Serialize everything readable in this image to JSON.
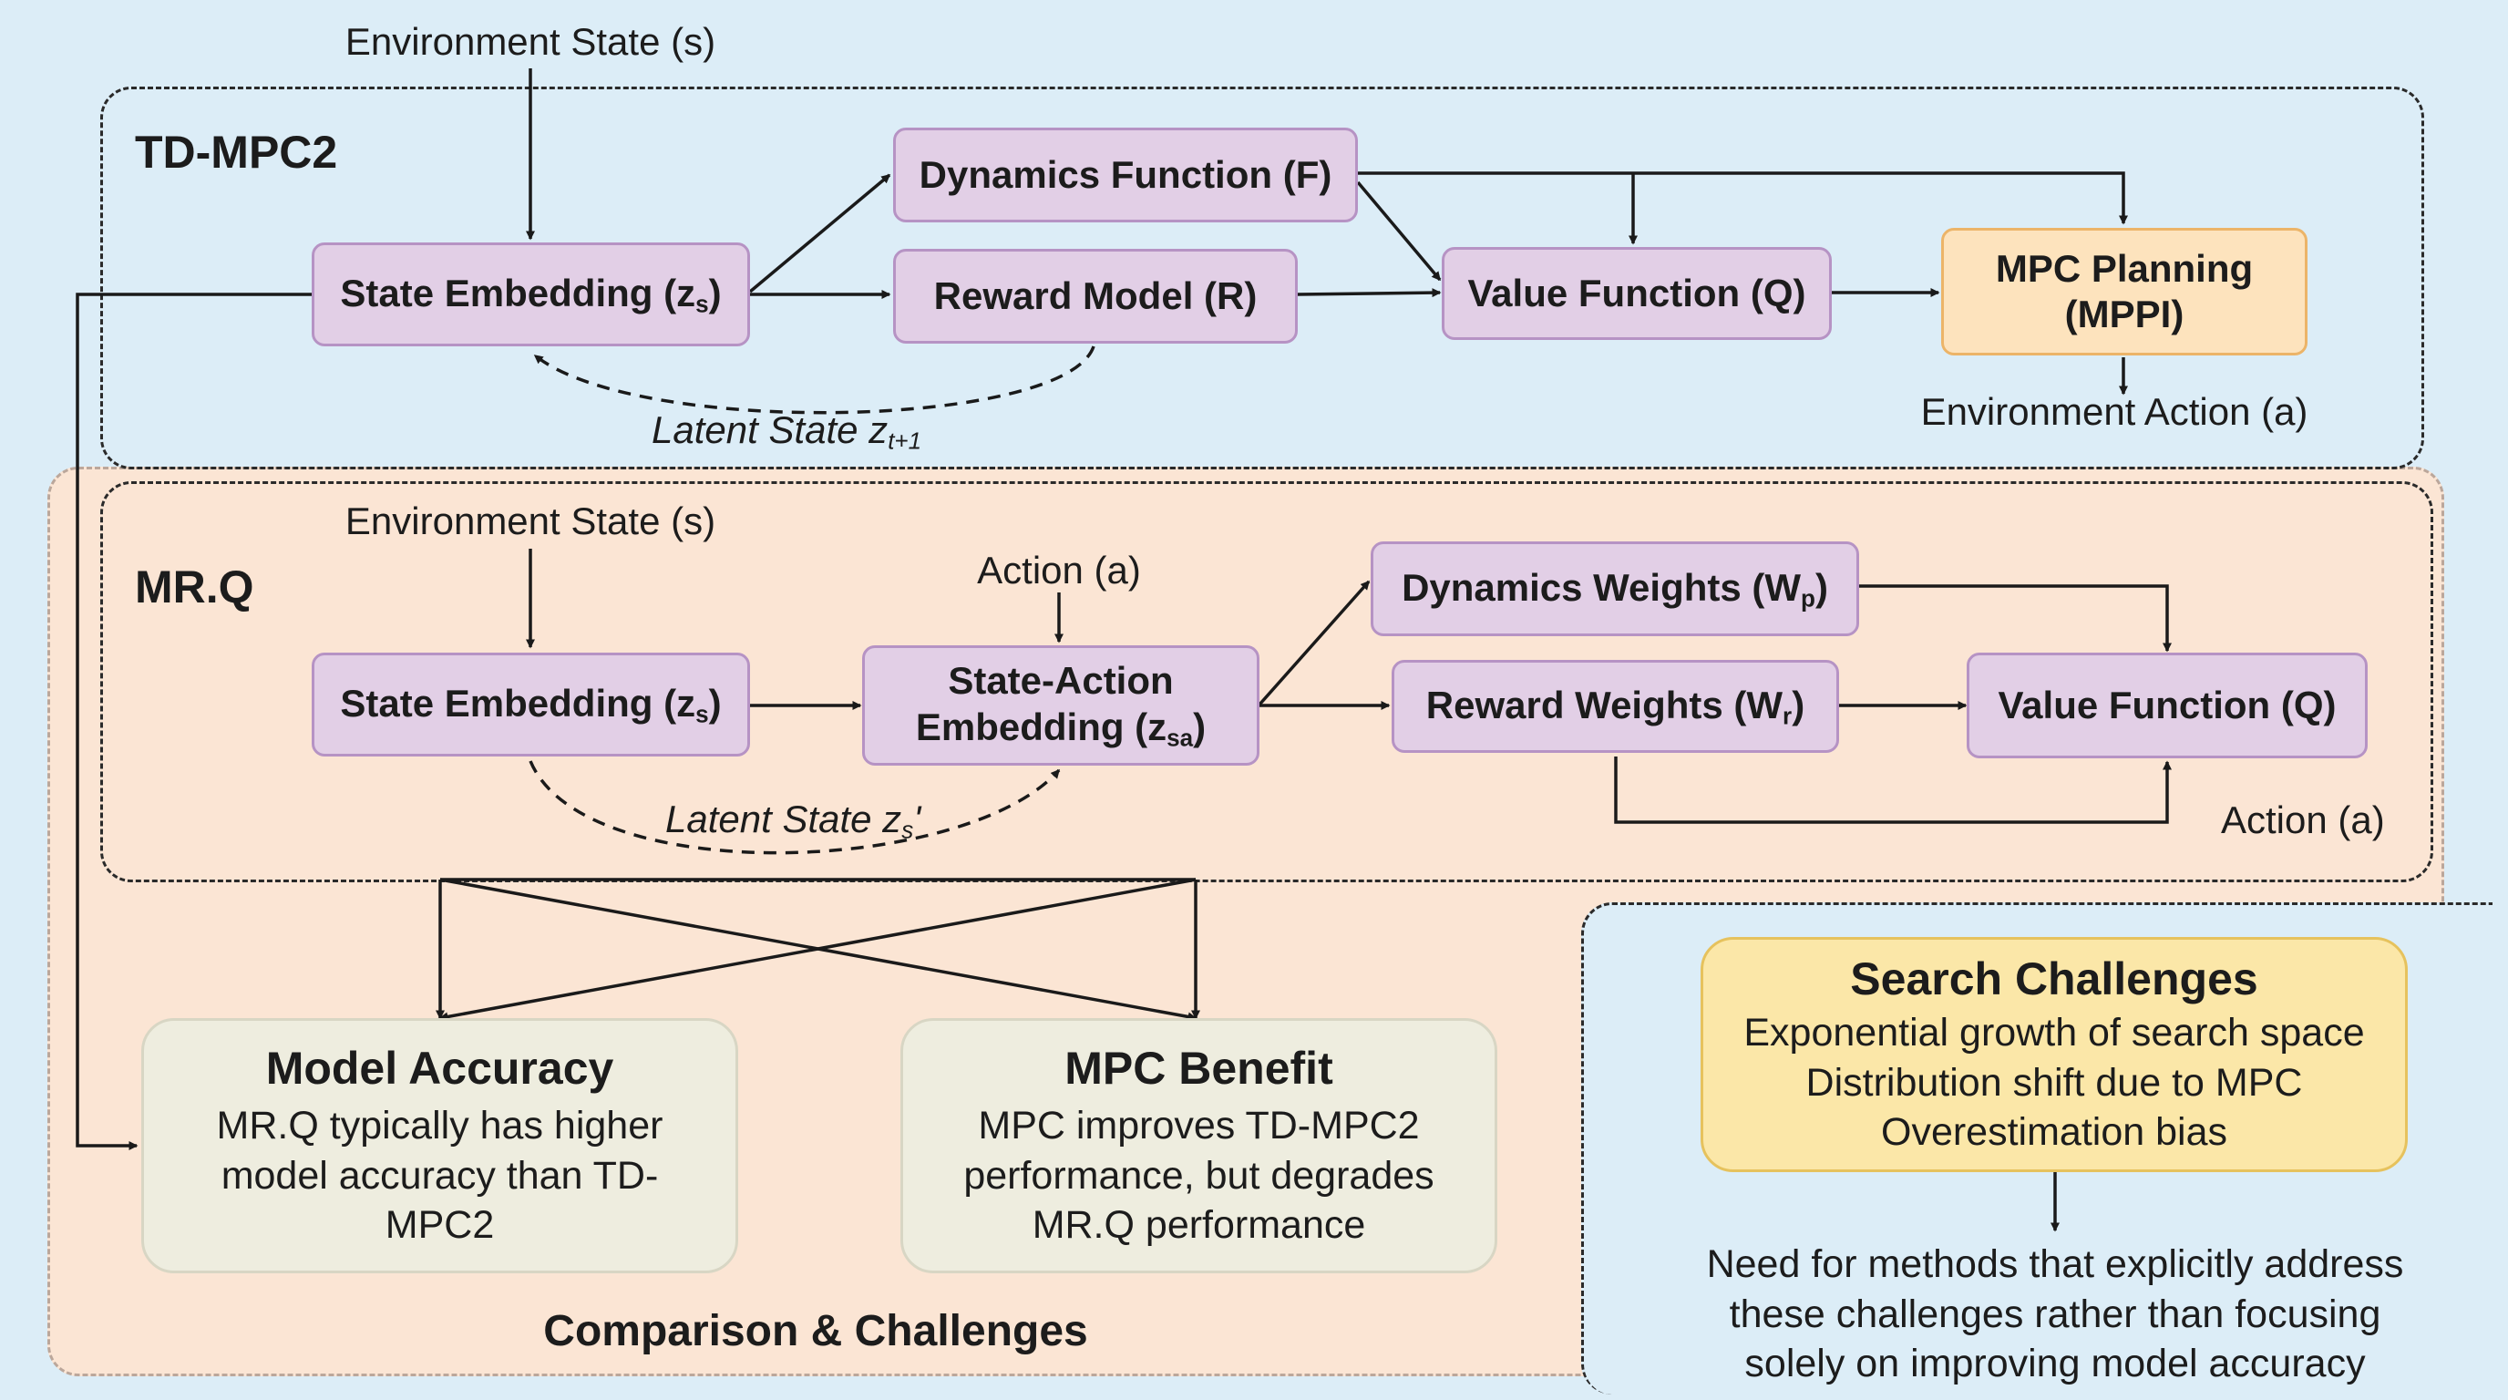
{
  "td_mpc2": {
    "title": "TD-MPC2",
    "env_state": "Environment State (s)",
    "state_embedding": {
      "text": "State Embedding (z",
      "sub": "s",
      "close": ")"
    },
    "dynamics_function": "Dynamics Function (F)",
    "reward_model": "Reward Model (R)",
    "value_function": "Value Function (Q)",
    "mpc_planning": {
      "line1": "MPC Planning",
      "line2": "(MPPI)"
    },
    "env_action": "Environment Action (a)",
    "latent_state": {
      "text": "Latent State z",
      "sub": "t+1"
    }
  },
  "mrq": {
    "title": "MR.Q",
    "env_state": "Environment State (s)",
    "action_input": "Action (a)",
    "state_embedding": {
      "text": "State Embedding (z",
      "sub": "s",
      "close": ")"
    },
    "state_action_embedding": {
      "line1": "State-Action",
      "line2_text": "Embedding (z",
      "line2_sub": "sa",
      "line2_close": ")"
    },
    "dynamics_weights": {
      "text": "Dynamics Weights (W",
      "sub": "p",
      "close": ")"
    },
    "reward_weights": {
      "text": "Reward Weights (W",
      "sub": "r",
      "close": ")"
    },
    "value_function": "Value Function (Q)",
    "action_out": "Action (a)",
    "latent_state": {
      "text": "Latent State z",
      "sub": "s",
      "prime": "'"
    }
  },
  "comparison": {
    "title": "Comparison & Challenges",
    "model_accuracy": {
      "title": "Model Accuracy",
      "lines": [
        "MR.Q typically has higher",
        "model accuracy than TD-",
        "MPC2"
      ]
    },
    "mpc_benefit": {
      "title": "MPC Benefit",
      "lines": [
        "MPC improves TD-MPC2",
        "performance, but degrades",
        "MR.Q performance"
      ]
    }
  },
  "search": {
    "title": "Search Challenges",
    "lines": [
      "Exponential growth of search space",
      "Distribution shift due to MPC",
      "Overestimation bias"
    ],
    "conclusion": [
      "Need for methods that explicitly address",
      "these challenges rather than focusing",
      "solely on improving model accuracy"
    ]
  },
  "colors": {
    "background": "#dcedf7",
    "comparison_panel": "#fbe5d4",
    "node_purple": "#e2cfe6",
    "node_orange": "#fde3bd",
    "node_cream": "#eeeddf",
    "node_yellow": "#fbe7a8"
  }
}
